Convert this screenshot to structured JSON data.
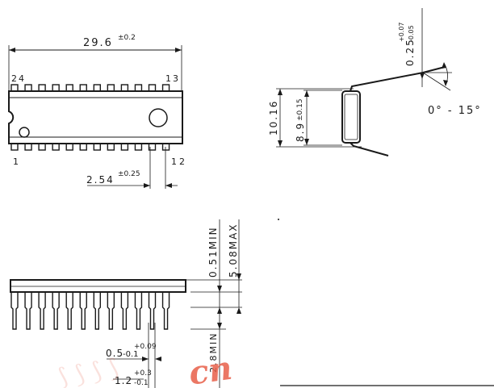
{
  "top_view": {
    "length": "29.6",
    "length_tol": "±0.2",
    "pin_24": "24",
    "pin_13": "13",
    "pin_1": "1",
    "pin_12": "12",
    "pitch": "2.54",
    "pitch_tol": "±0.25"
  },
  "side_view": {
    "lead_thickness": "0.25",
    "lead_tol_plus": "+0.07",
    "lead_tol_minus": "-0.05",
    "lead_angle": "0° - 15°",
    "row_spacing": "10.16",
    "body_width": "8.9",
    "body_width_tol": "±0.15"
  },
  "front_view": {
    "standoff": "0.51MIN",
    "height": "5.08MAX",
    "lead_length": "2.8MIN",
    "lead_width": "0.5",
    "lead_width_tol_plus": "+0.09",
    "lead_width_tol_minus": "-0.1",
    "shoulder_width": "1.2",
    "shoulder_tol_plus": "+0.3",
    "shoulder_tol_minus": "-0.1"
  },
  "watermark": {
    "text": "cn",
    "color": "#e8604a"
  }
}
